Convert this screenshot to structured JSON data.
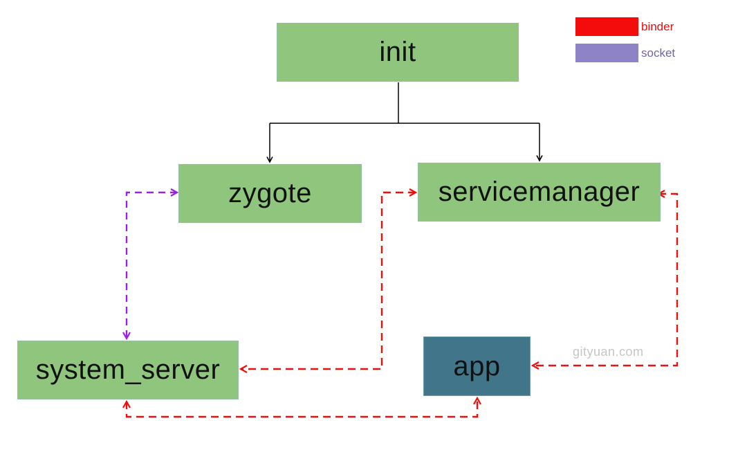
{
  "diagram": {
    "type": "process-architecture-flowchart",
    "nodes": [
      {
        "id": "init",
        "label": "init",
        "color": "#8fc57c"
      },
      {
        "id": "zygote",
        "label": "zygote",
        "color": "#8fc57c"
      },
      {
        "id": "servicemanager",
        "label": "servicemanager",
        "color": "#8fc57c"
      },
      {
        "id": "system_server",
        "label": "system_server",
        "color": "#8fc57c"
      },
      {
        "id": "app",
        "label": "app",
        "color": "#41768a"
      }
    ],
    "connections": [
      {
        "from": "init",
        "to": "zygote",
        "style": "solid",
        "color": "#000000",
        "type": "fork"
      },
      {
        "from": "init",
        "to": "servicemanager",
        "style": "solid",
        "color": "#000000",
        "type": "fork"
      },
      {
        "from": "zygote",
        "to": "system_server",
        "style": "dashed",
        "color": "#9a20e8",
        "type": "socket",
        "bidirectional": true
      },
      {
        "from": "system_server",
        "to": "servicemanager",
        "style": "dashed",
        "color": "#f20d0d",
        "type": "binder",
        "bidirectional": true
      },
      {
        "from": "app",
        "to": "servicemanager",
        "style": "dashed",
        "color": "#f20d0d",
        "type": "binder",
        "bidirectional": true
      },
      {
        "from": "system_server",
        "to": "app",
        "style": "dashed",
        "color": "#f20d0d",
        "type": "binder",
        "bidirectional": true
      }
    ],
    "legend": [
      {
        "id": "binder",
        "label": "binder",
        "swatch_color": "#f40b0b",
        "text_color": "#f40b0b"
      },
      {
        "id": "socket",
        "label": "socket",
        "swatch_color": "#8d83c6",
        "text_color": "#6f63b0"
      }
    ],
    "watermark": "gityuan.com",
    "colors": {
      "node_green": "#8fc57c",
      "node_teal": "#41768a",
      "binder_line": "#f20d0d",
      "socket_line": "#9a20e8",
      "tree_line": "#000000",
      "watermark_text": "#c6c6c6",
      "background": "#ffffff"
    }
  }
}
